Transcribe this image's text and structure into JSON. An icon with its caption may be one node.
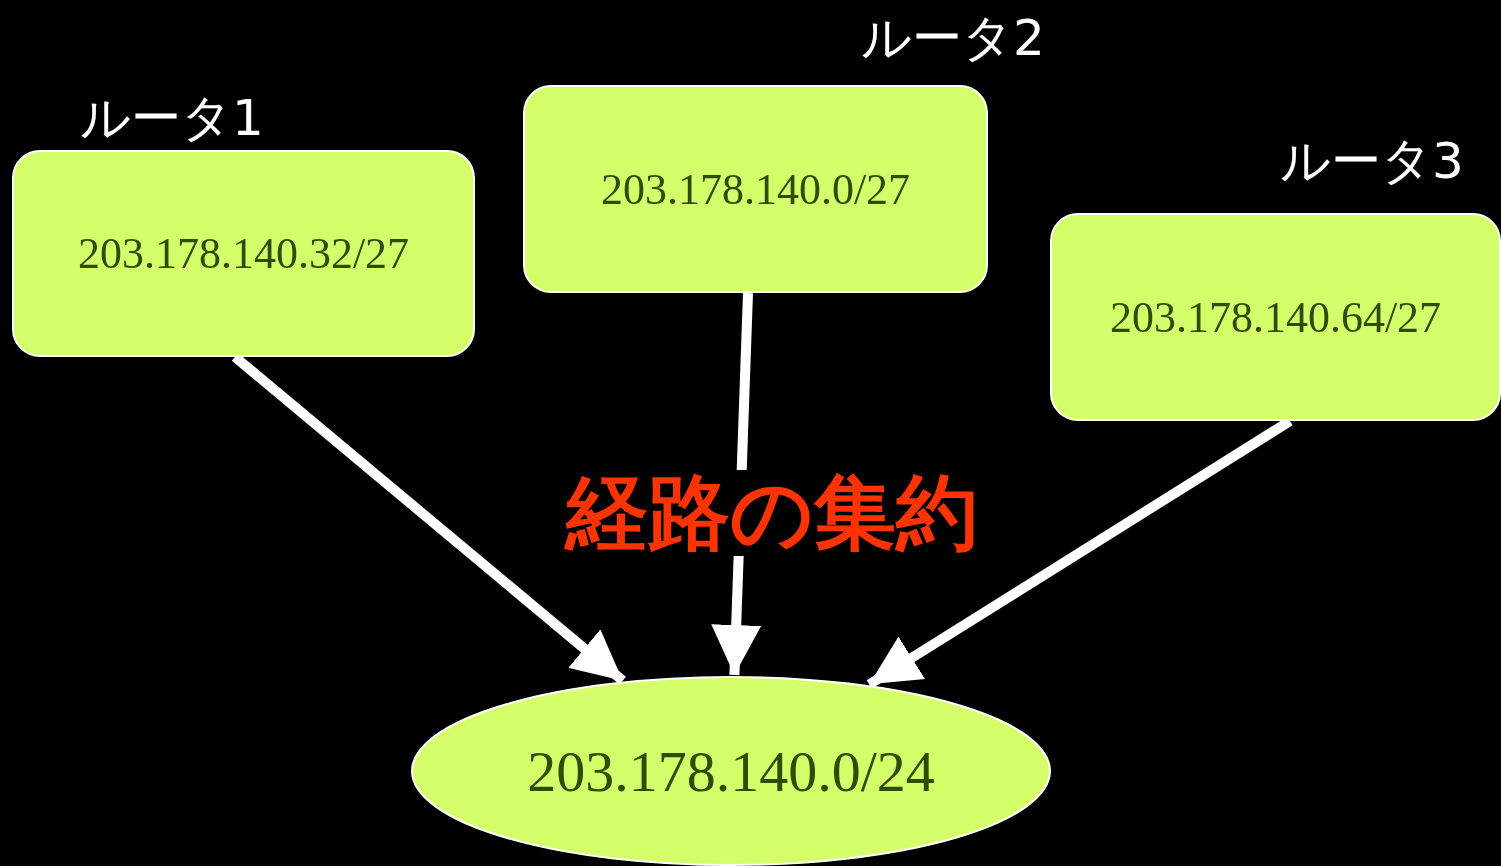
{
  "diagram": {
    "nodes": [
      {
        "text": [
          "ルータ1",
          "203.178.140.32/27"
        ]
      },
      {
        "text": [
          "ルータ2",
          "203.178.140.0/27"
        ]
      },
      {
        "text": [
          "ルータ3",
          "203.178.140.64/27"
        ]
      },
      {
        "text": [
          "203.178.140.0/24"
        ]
      }
    ],
    "edges": [
      {
        "from": 0,
        "to": 3,
        "arrow": "to"
      },
      {
        "from": 1,
        "to": 3,
        "arrow": "to"
      },
      {
        "from": 2,
        "to": 3,
        "arrow": "to"
      }
    ],
    "labels": [
      "経路の集約"
    ]
  }
}
